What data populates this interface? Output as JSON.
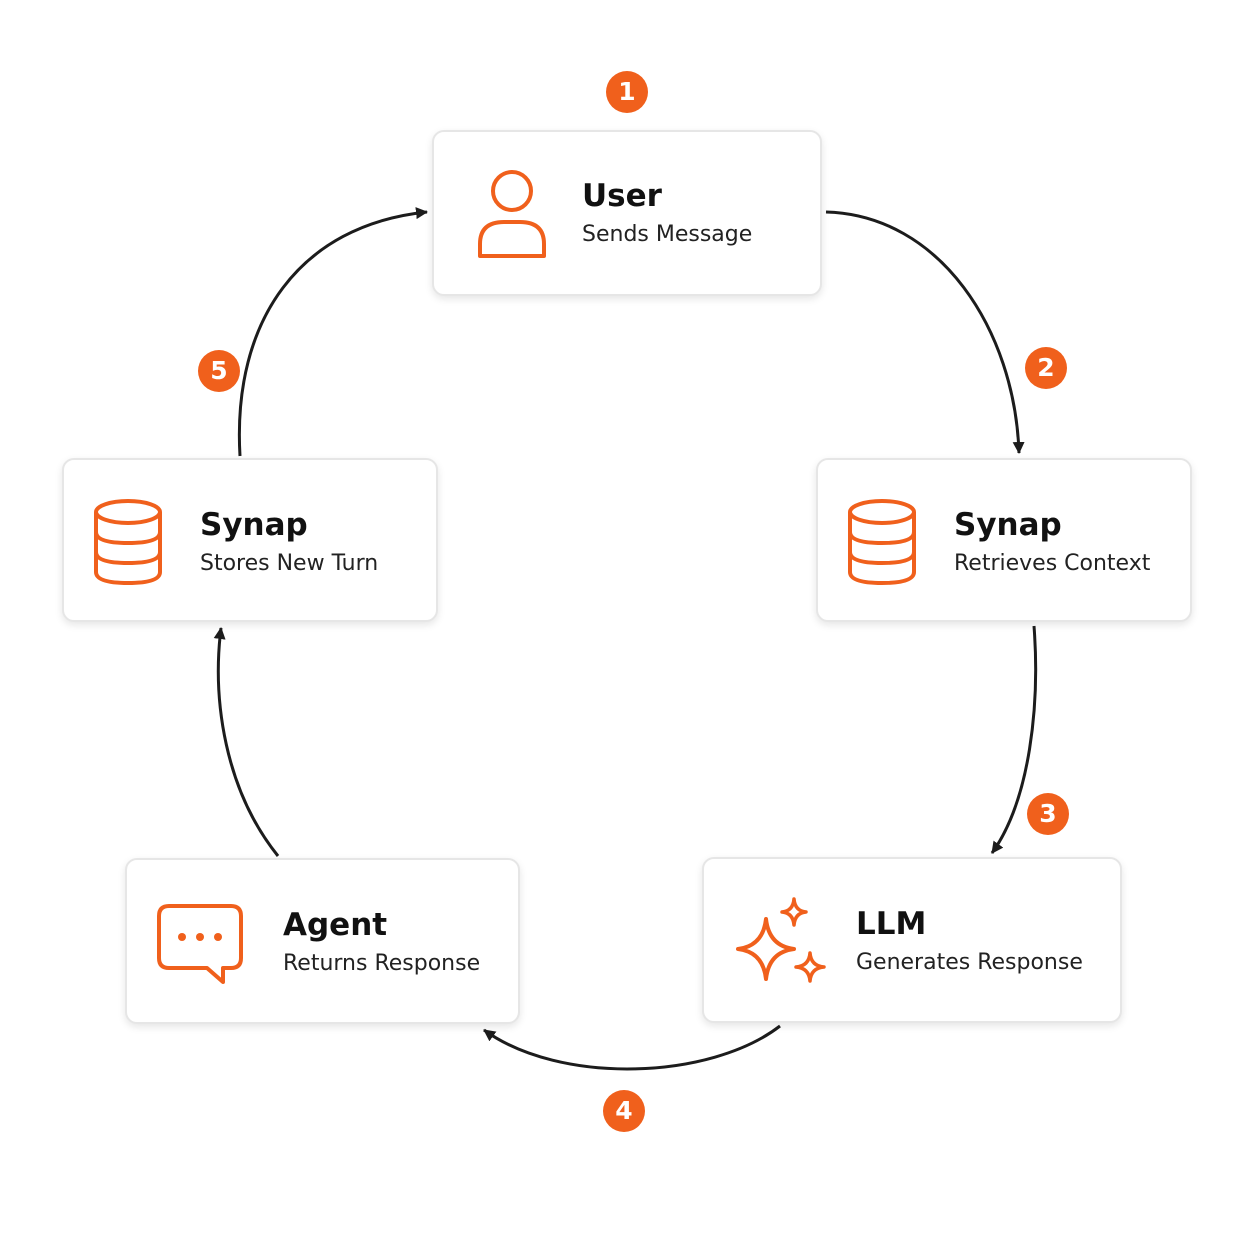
{
  "accent_color": "#f0601c",
  "arrow_color": "#1c1c1c",
  "nodes": [
    {
      "title": "User",
      "subtitle": "Sends Message",
      "icon": "user-icon"
    },
    {
      "title": "Synap",
      "subtitle": "Retrieves Context",
      "icon": "database-icon"
    },
    {
      "title": "LLM",
      "subtitle": "Generates Response",
      "icon": "sparkles-icon"
    },
    {
      "title": "Agent",
      "subtitle": "Returns Response",
      "icon": "chat-bubble-icon"
    },
    {
      "title": "Synap",
      "subtitle": "Stores New Turn",
      "icon": "database-icon"
    }
  ],
  "steps": [
    "1",
    "2",
    "3",
    "4",
    "5"
  ]
}
